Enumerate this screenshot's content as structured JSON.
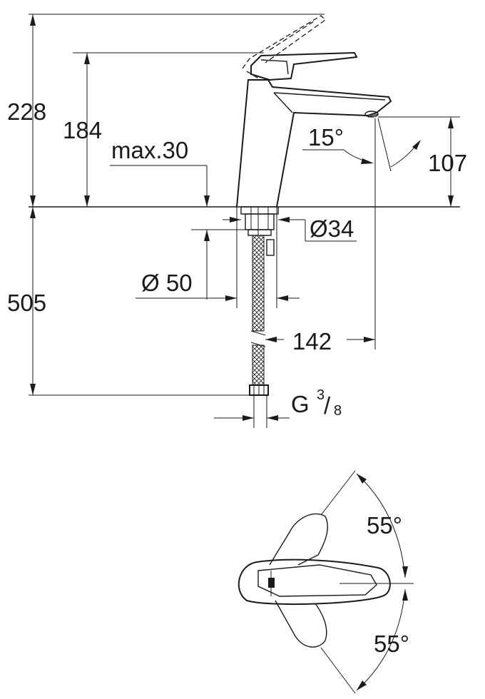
{
  "dimensions": {
    "total_height": "228",
    "lever_height": "184",
    "max_thickness": "max.30",
    "spout_angle": "15°",
    "spout_height": "107",
    "hole_diameter": "Ø34",
    "base_diameter": "Ø 50",
    "hose_length": "505",
    "reach": "142",
    "thread_main": "G",
    "thread_num": "3",
    "thread_sep": "/",
    "thread_den": "8"
  },
  "top_view": {
    "angle_upper": "55°",
    "angle_lower": "55°"
  }
}
